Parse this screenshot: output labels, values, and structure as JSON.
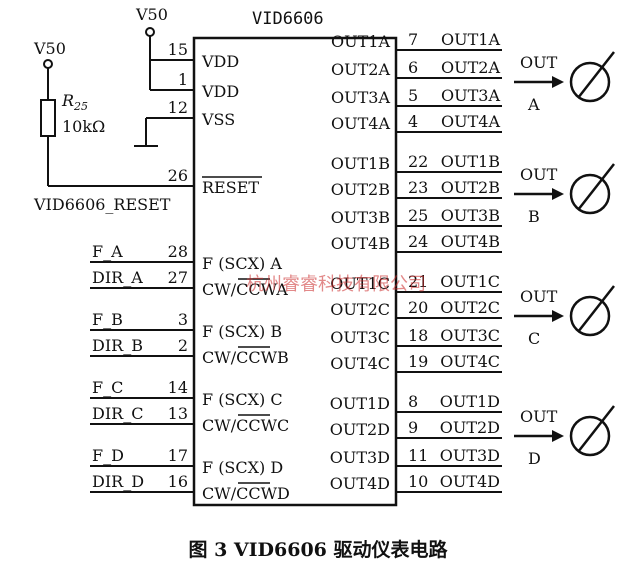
{
  "chip": {
    "title": "VID6606"
  },
  "power": {
    "v50_top": "V50",
    "v50_left": "V50",
    "resistor_name": "R",
    "resistor_sub": "25",
    "resistor_value": "10kΩ",
    "reset_net": "VID6606_RESET"
  },
  "left_pins": [
    {
      "signal": "",
      "num": "15",
      "name": "VDD",
      "overline": false
    },
    {
      "signal": "",
      "num": "1",
      "name": "VDD",
      "overline": false
    },
    {
      "signal": "",
      "num": "12",
      "name": "VSS",
      "overline": false
    },
    {
      "signal": "",
      "num": "26",
      "name": "RESET",
      "overline": true
    },
    {
      "signal": "F_A",
      "num": "28",
      "name": "F (SCX) A",
      "overline": false
    },
    {
      "signal": "DIR_A",
      "num": "27",
      "name": "CW/CCWA",
      "overline": true
    },
    {
      "signal": "F_B",
      "num": "3",
      "name": "F (SCX) B",
      "overline": false
    },
    {
      "signal": "DIR_B",
      "num": "2",
      "name": "CW/CCWB",
      "overline": true
    },
    {
      "signal": "F_C",
      "num": "14",
      "name": "F (SCX) C",
      "overline": false
    },
    {
      "signal": "DIR_C",
      "num": "13",
      "name": "CW/CCWC",
      "overline": true
    },
    {
      "signal": "F_D",
      "num": "17",
      "name": "F (SCX) D",
      "overline": false
    },
    {
      "signal": "DIR_D",
      "num": "16",
      "name": "CW/CCWD",
      "overline": true
    }
  ],
  "right_pins": [
    {
      "name": "OUT1A",
      "num": "7",
      "net": "OUT1A"
    },
    {
      "name": "OUT2A",
      "num": "6",
      "net": "OUT2A"
    },
    {
      "name": "OUT3A",
      "num": "5",
      "net": "OUT3A"
    },
    {
      "name": "OUT4A",
      "num": "4",
      "net": "OUT4A"
    },
    {
      "name": "OUT1B",
      "num": "22",
      "net": "OUT1B"
    },
    {
      "name": "OUT2B",
      "num": "23",
      "net": "OUT2B"
    },
    {
      "name": "OUT3B",
      "num": "25",
      "net": "OUT3B"
    },
    {
      "name": "OUT4B",
      "num": "24",
      "net": "OUT4B"
    },
    {
      "name": "OUT1C",
      "num": "21",
      "net": "OUT1C"
    },
    {
      "name": "OUT2C",
      "num": "20",
      "net": "OUT2C"
    },
    {
      "name": "OUT3C",
      "num": "18",
      "net": "OUT3C"
    },
    {
      "name": "OUT4C",
      "num": "19",
      "net": "OUT4C"
    },
    {
      "name": "OUT1D",
      "num": "8",
      "net": "OUT1D"
    },
    {
      "name": "OUT2D",
      "num": "9",
      "net": "OUT2D"
    },
    {
      "name": "OUT3D",
      "num": "11",
      "net": "OUT3D"
    },
    {
      "name": "OUT4D",
      "num": "10",
      "net": "OUT4D"
    }
  ],
  "gauges": [
    {
      "out": "OUT",
      "ch": "A"
    },
    {
      "out": "OUT",
      "ch": "B"
    },
    {
      "out": "OUT",
      "ch": "C"
    },
    {
      "out": "OUT",
      "ch": "D"
    }
  ],
  "watermark": "杭州睿睿科技有限公司",
  "caption": "图 3 VID6606 驱动仪表电路"
}
